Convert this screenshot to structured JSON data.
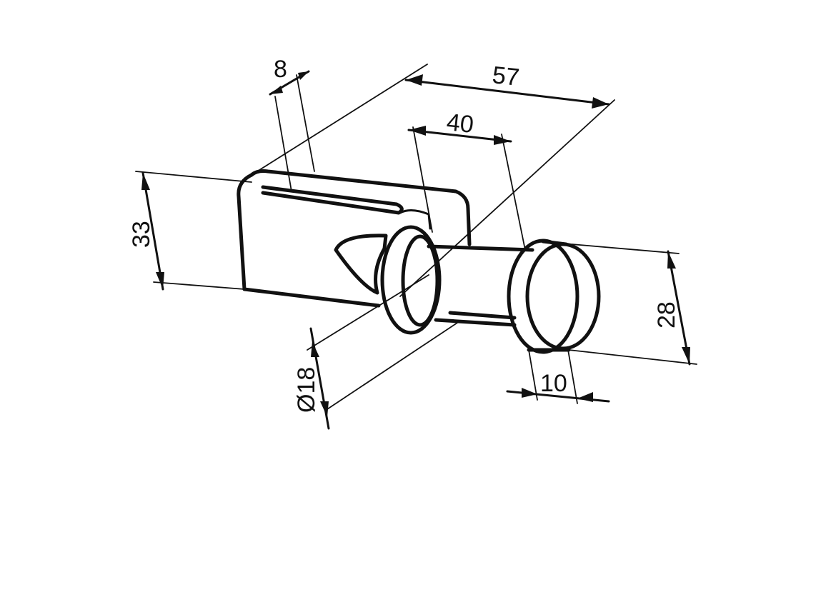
{
  "diagram": {
    "ink_color": "#111111",
    "background": "#ffffff",
    "dimensions": [
      {
        "id": "d8",
        "label": "8"
      },
      {
        "id": "d57",
        "label": "57"
      },
      {
        "id": "d40",
        "label": "40"
      },
      {
        "id": "d33",
        "label": "33"
      },
      {
        "id": "d28",
        "label": "28"
      },
      {
        "id": "d18",
        "label": "Ø18"
      },
      {
        "id": "d10",
        "label": "10"
      }
    ]
  }
}
